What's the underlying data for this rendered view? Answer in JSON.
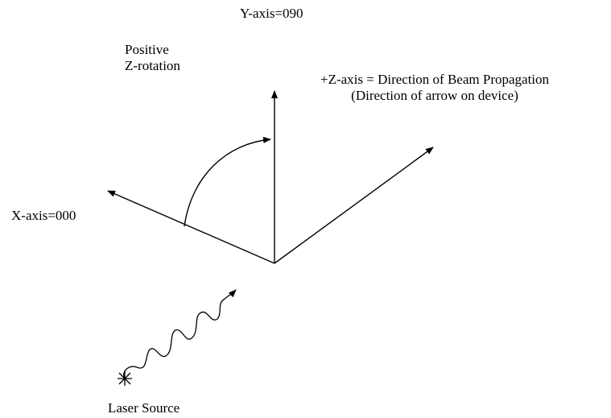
{
  "labels": {
    "y_axis": "Y-axis=090",
    "rotation_line1": "Positive",
    "rotation_line2": "Z-rotation",
    "z_axis_line1": "+Z-axis = Direction of Beam Propagation",
    "z_axis_line2": "(Direction of arrow on device)",
    "x_axis": "X-axis=000",
    "laser_source": "Laser Source"
  },
  "colors": {
    "stroke": "#000000",
    "background": "#ffffff"
  }
}
